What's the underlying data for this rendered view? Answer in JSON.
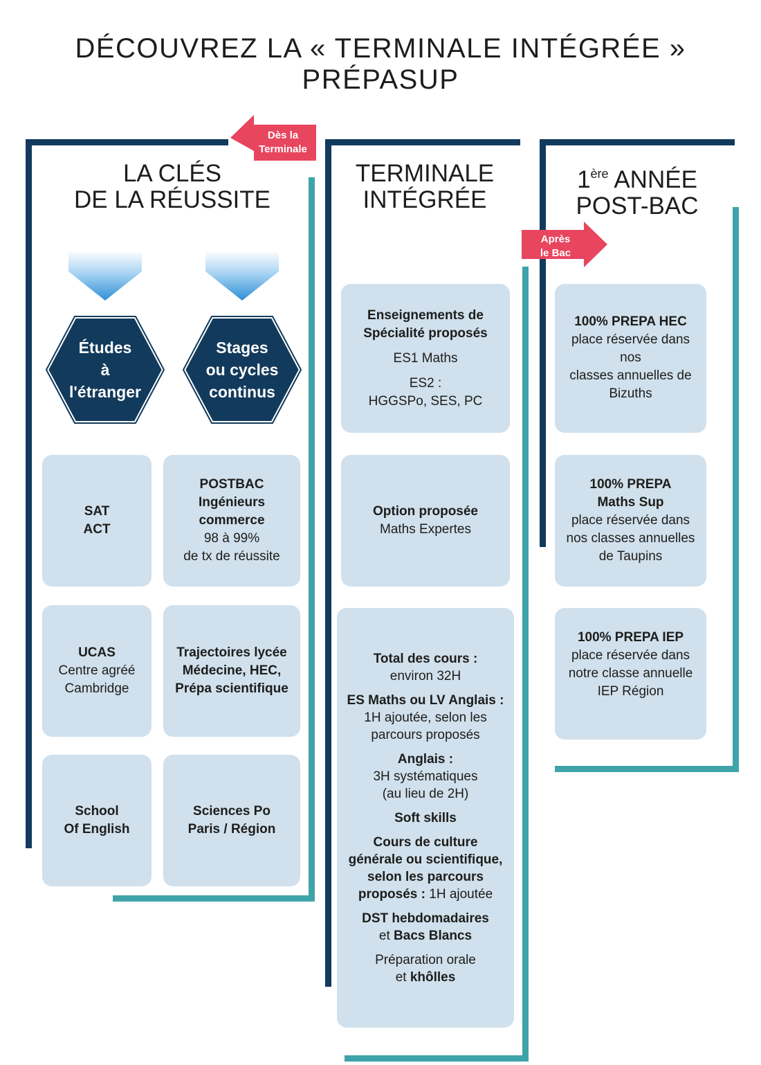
{
  "title": "DÉCOUVREZ LA « TERMINALE INTÉGRÉE » PRÉPASUP",
  "tags": {
    "des_la_terminale": [
      "Dès la",
      "Terminale"
    ],
    "apres_le_bac": [
      "Après",
      "le Bac"
    ]
  },
  "columns": {
    "left": {
      "heading": [
        "LA CLÉS",
        "DE LA RÉUSSITE"
      ],
      "hexagons": [
        [
          "Études",
          "à",
          "l'étranger"
        ],
        [
          "Stages",
          "ou cycles",
          "continus"
        ]
      ],
      "boxes": [
        {
          "bold": [
            "SAT",
            "ACT"
          ],
          "text": []
        },
        {
          "bold": [
            "POSTBAC",
            "Ingénieurs",
            "commerce"
          ],
          "text": [
            "98 à 99%",
            "de tx de réussite"
          ]
        },
        {
          "bold": [
            "UCAS"
          ],
          "text": [
            "Centre agréé",
            "Cambridge"
          ]
        },
        {
          "bold": [
            "Trajectoires lycée",
            "Médecine, HEC,",
            "Prépa scientifique"
          ],
          "text": []
        },
        {
          "bold": [
            "School",
            "Of English"
          ],
          "text": []
        },
        {
          "bold": [
            "Sciences Po",
            "Paris / Région"
          ],
          "text": []
        }
      ]
    },
    "middle": {
      "heading": [
        "TERMINALE",
        "INTÉGRÉE"
      ],
      "box1": {
        "bold": [
          "Enseignements de",
          "Spécialité proposés"
        ],
        "item1": "ES1 Maths",
        "item2": [
          "ES2 :",
          "HGGSPo, SES, PC"
        ]
      },
      "box2": {
        "bold": "Option proposée",
        "text": "Maths Expertes"
      },
      "box3": {
        "total_bold": "Total des cours :",
        "total_text": "environ 32H",
        "es_bold": "ES Maths ou LV Anglais :",
        "es_text": [
          "1H ajoutée,  selon les",
          "parcours proposés"
        ],
        "anglais_bold": "Anglais :",
        "anglais_text": [
          "3H systématiques",
          "(au lieu de 2H)"
        ],
        "soft_bold": "Soft skills",
        "culture_bold": [
          "Cours de culture",
          "générale ou scientifique,",
          "selon les parcours",
          "proposés :"
        ],
        "culture_text": " 1H ajoutée",
        "dst_bold": "DST hebdomadaires",
        "dst_et": "et ",
        "dst_bold2": "Bacs Blancs",
        "prep_text": "Préparation orale",
        "prep_et": "et ",
        "prep_bold": "khôlles"
      }
    },
    "right": {
      "heading_num": "1",
      "heading_sup": "ère",
      "heading_rest": " ANNÉE",
      "heading_line2": "POST-BAC",
      "boxes": [
        {
          "bold": [
            "100% PREPA HEC"
          ],
          "text": [
            "place réservée dans nos",
            "classes annuelles de",
            "Bizuths"
          ]
        },
        {
          "bold": [
            "100% PREPA",
            "Maths Sup"
          ],
          "text": [
            "place réservée dans",
            "nos classes annuelles",
            "de Taupins"
          ]
        },
        {
          "bold": [
            "100% PREPA IEP"
          ],
          "text": [
            "place réservée dans",
            "notre classe annuelle",
            "IEP Région"
          ]
        }
      ]
    }
  },
  "colors": {
    "navy": "#123a5c",
    "teal": "#3ea4a9",
    "box": "#d0e0ec",
    "tag": "#e8455f"
  }
}
